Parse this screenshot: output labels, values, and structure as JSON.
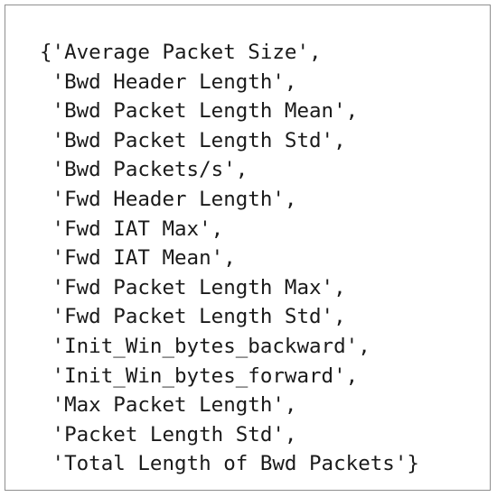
{
  "output": {
    "lines": [
      "{'Average Packet Size',",
      " 'Bwd Header Length',",
      " 'Bwd Packet Length Mean',",
      " 'Bwd Packet Length Std',",
      " 'Bwd Packets/s',",
      " 'Fwd Header Length',",
      " 'Fwd IAT Max',",
      " 'Fwd IAT Mean',",
      " 'Fwd Packet Length Max',",
      " 'Fwd Packet Length Std',",
      " 'Init_Win_bytes_backward',",
      " 'Init_Win_bytes_forward',",
      " 'Max Packet Length',",
      " 'Packet Length Std',",
      " 'Total Length of Bwd Packets'}"
    ]
  }
}
